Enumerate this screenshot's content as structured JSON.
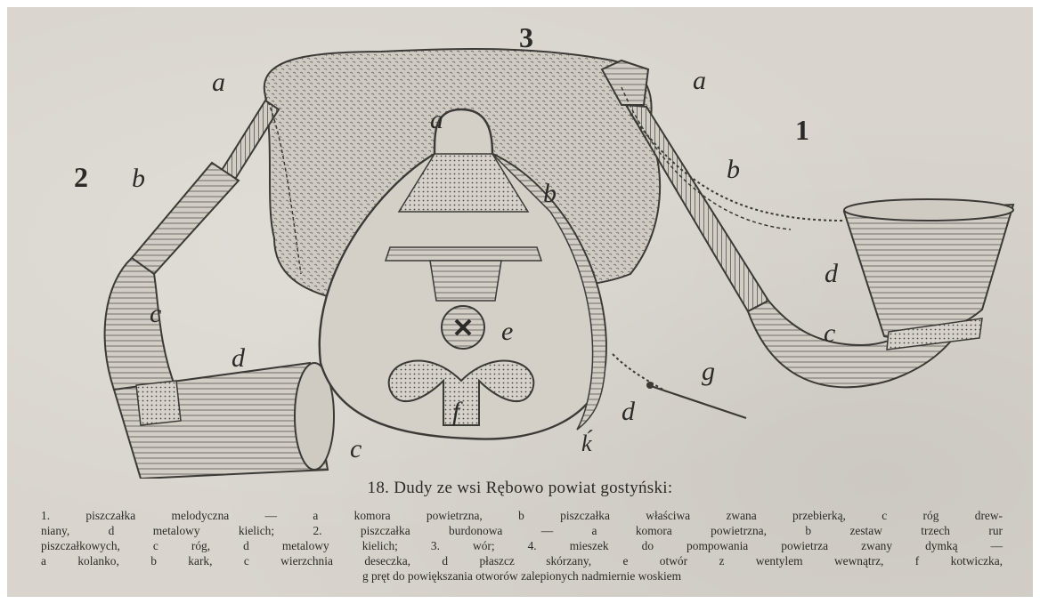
{
  "figure": {
    "part_numbers": [
      "1",
      "2",
      "3"
    ],
    "letter_labels": {
      "p1_a": "a",
      "p1_b": "b",
      "p1_c": "c",
      "p1_d": "d",
      "p2_a": "a",
      "p2_b": "b",
      "p2_c": "c",
      "p2_d": "d",
      "p4_a": "a",
      "p4_b": "b",
      "p4_c": "c",
      "p4_d": "d",
      "p4_e": "e",
      "p4_f": "f",
      "p4_g": "g"
    },
    "artist_mark": "ḱ"
  },
  "caption": {
    "title": "18. Dudy ze wsi Rębowo powiat gostyński:",
    "lines": [
      "1. piszczałka melodyczna — a komora powietrzna, b piszczałka właściwa zwana przebierką, c róg drew-",
      "niany, d metalowy kielich; 2. piszczałka burdonowa — a komora powietrzna, b zestaw trzech rur",
      "piszczałkowych, c róg, d metalowy kielich; 3. wór; 4. mieszek do pompowania powietrza zwany dymką —",
      "a kolanko, b kark, c wierzchnia deseczka, d płaszcz skórzany, e otwór z wentylem wewnątrz, f kotwiczka,",
      "g pręt do powiększania otworów zalepionych nadmiernie woskiem"
    ]
  }
}
